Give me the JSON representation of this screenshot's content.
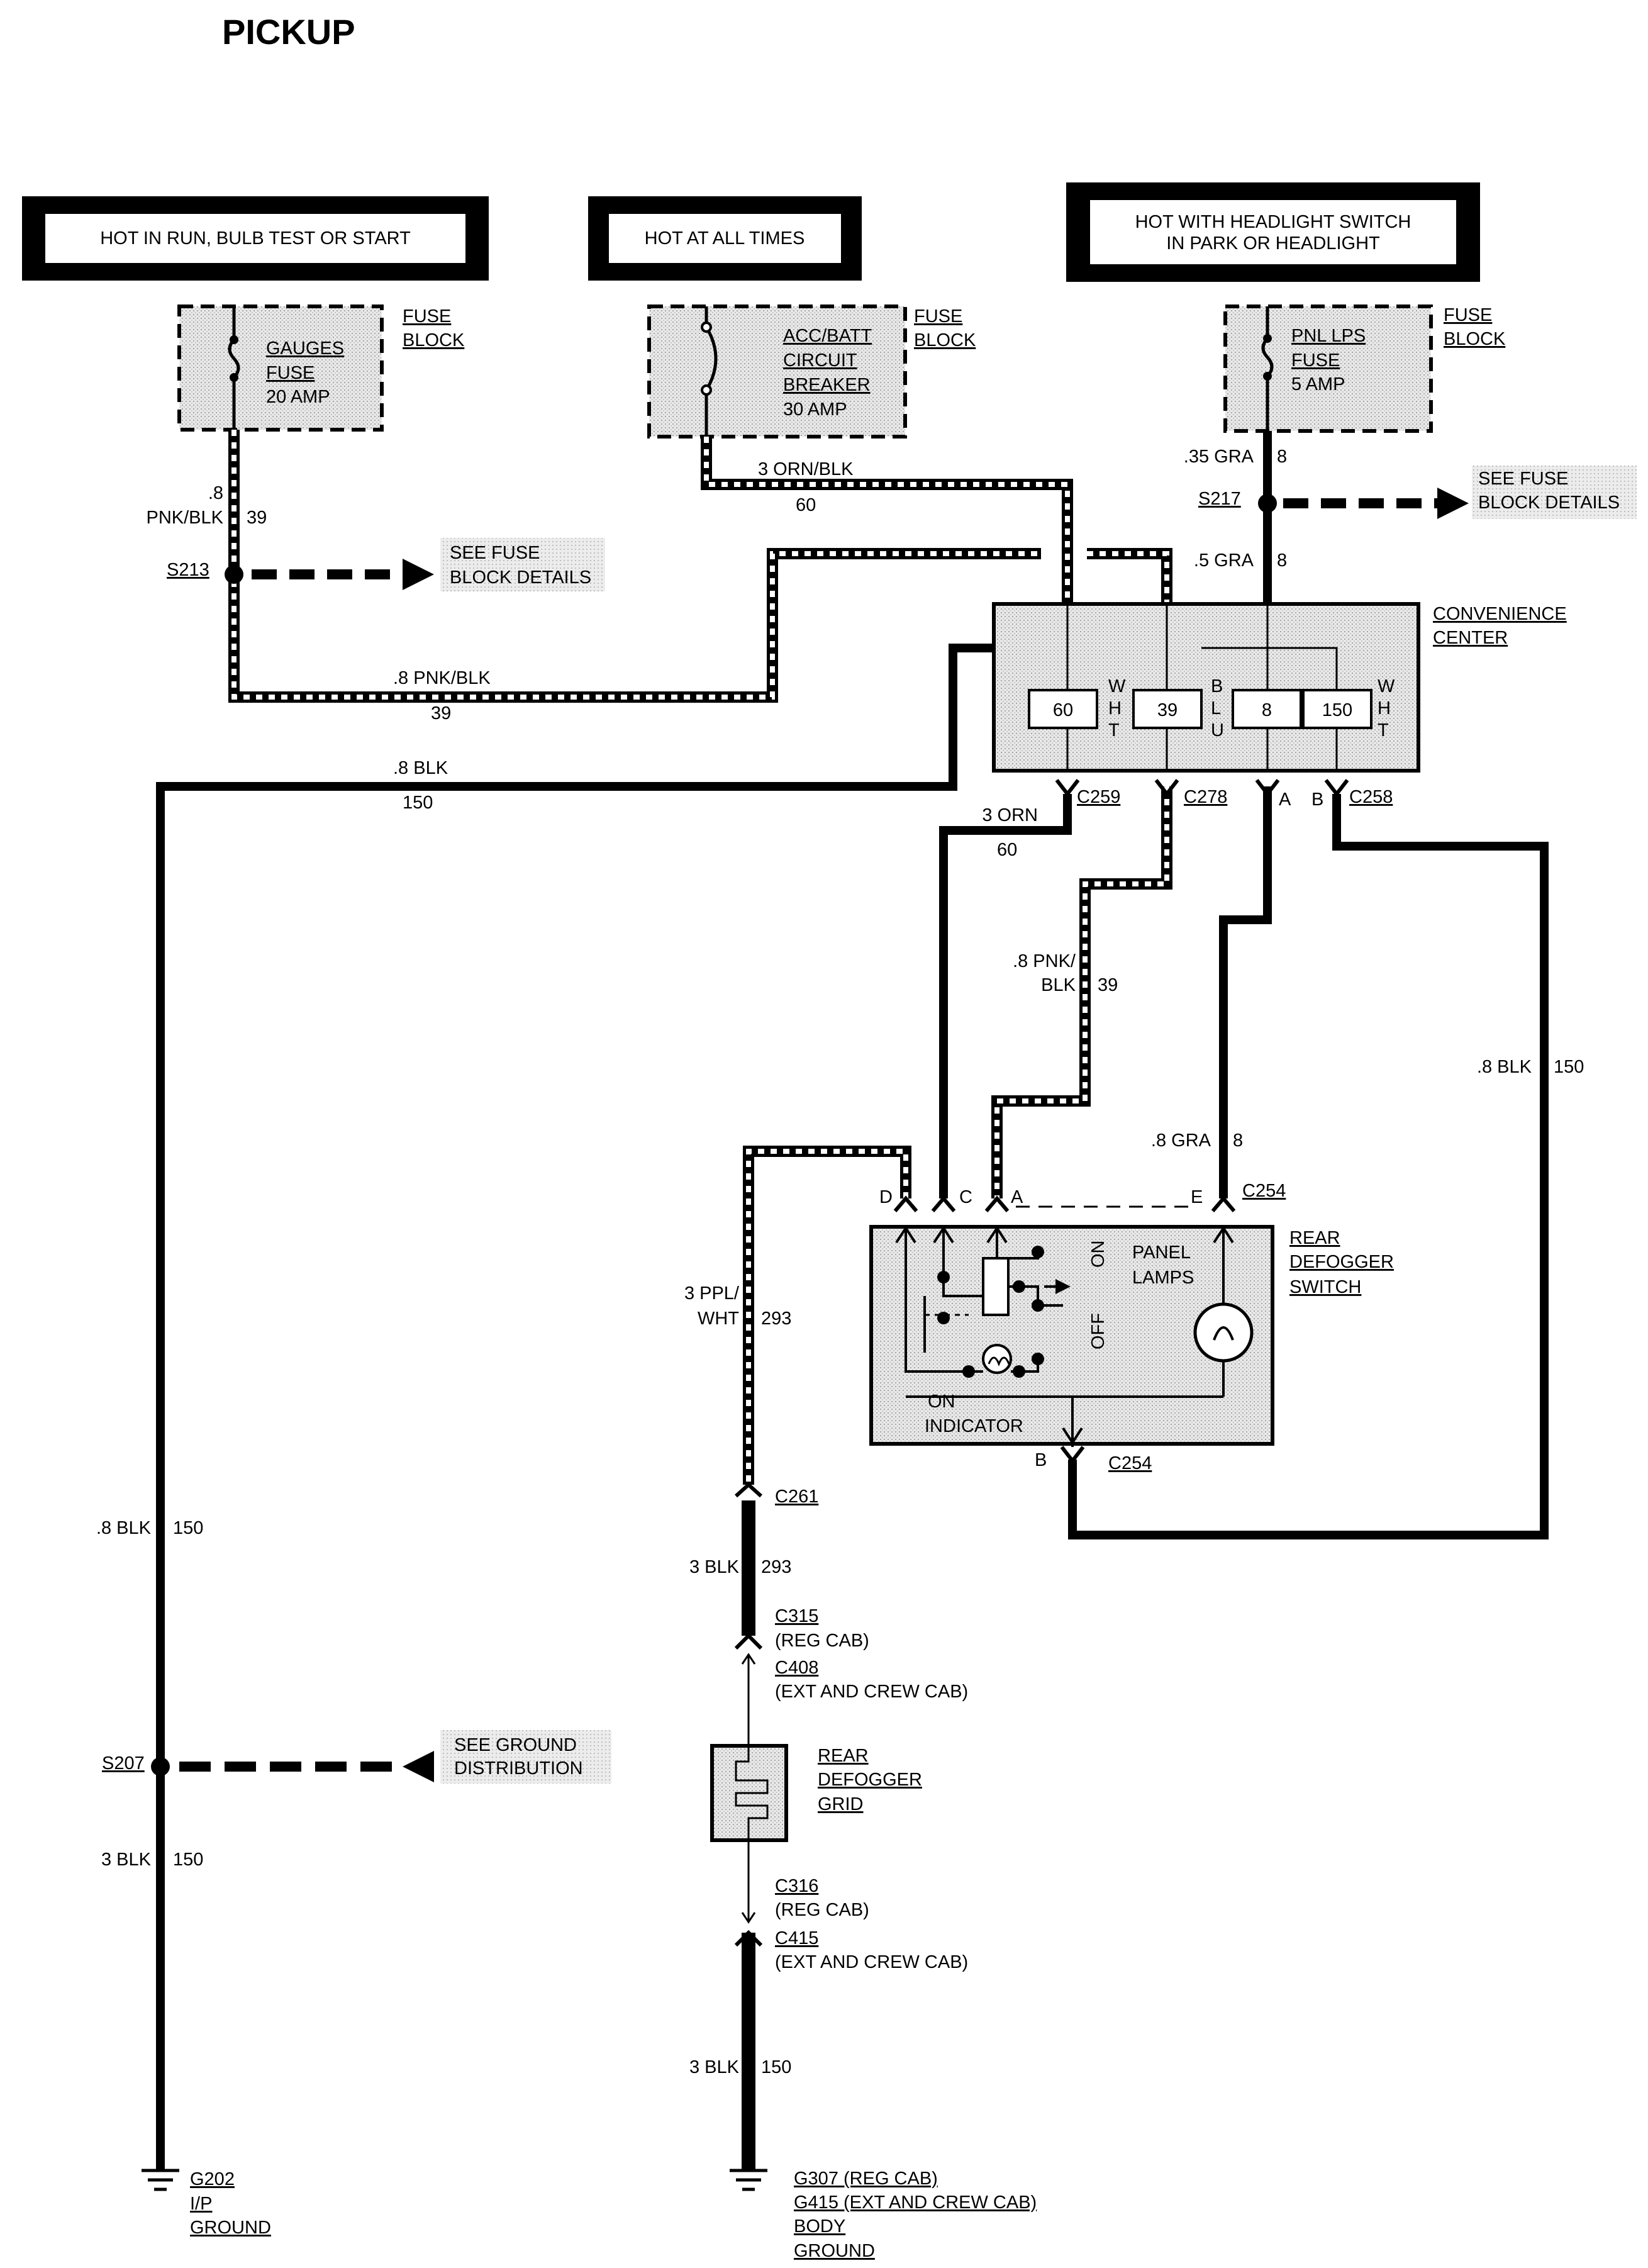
{
  "title": "PICKUP",
  "power_sources": {
    "run": "HOT IN RUN, BULB TEST OR START",
    "all_times": "HOT AT ALL TIMES",
    "headlight_1": "HOT WITH HEADLIGHT SWITCH",
    "headlight_2": "IN PARK OR HEADLIGHT"
  },
  "fuse_block_label_1": "FUSE",
  "fuse_block_label_2": "BLOCK",
  "gauges_fuse": {
    "l1": "GAUGES",
    "l2": "FUSE",
    "l3": "20 AMP"
  },
  "breaker": {
    "l1": "ACC/BATT",
    "l2": "CIRCUIT",
    "l3": "BREAKER",
    "l4": "30 AMP"
  },
  "pnl_fuse": {
    "l1": "PNL LPS",
    "l2": "FUSE",
    "l3": "5 AMP"
  },
  "wires": {
    "w39_top_gauge": ".8",
    "w39_top_color": "PNK/BLK",
    "w39_num": "39",
    "w60_label": "3 ORN/BLK",
    "w60_num": "60",
    "w8_top": ".35 GRA",
    "w8_num": "8",
    "w8_mid": ".5 GRA",
    "w39_horiz": ".8 PNK/BLK",
    "w150_top": ".8 BLK",
    "w150_num": "150",
    "w60_orn": "3 ORN",
    "w39_mid_1": ".8 PNK/",
    "w39_mid_2": "BLK",
    "w150_right": ".8 BLK",
    "w8_gra": ".8 GRA",
    "w293_1": "3 PPL/",
    "w293_2": "WHT",
    "w293_num": "293",
    "w293_blk": "3 BLK",
    "w150_left": ".8 BLK",
    "w150_left_lower": "3 BLK",
    "w150_grid": "3 BLK"
  },
  "splices": {
    "s213": "S213",
    "s217": "S217",
    "s207": "S207",
    "see_fuse_1": "SEE FUSE",
    "see_fuse_2": "BLOCK DETAILS",
    "see_ground_1": "SEE GROUND",
    "see_ground_2": "DISTRIBUTION"
  },
  "convenience_center": {
    "label_1": "CONVENIENCE",
    "label_2": "CENTER",
    "cells": [
      "60",
      "39",
      "8",
      "150"
    ],
    "wht": [
      "W",
      "H",
      "T"
    ],
    "blu": [
      "B",
      "L",
      "U"
    ]
  },
  "connectors": {
    "c259": "C259",
    "c278": "C278",
    "c258": "C258",
    "c254": "C254",
    "c261": "C261",
    "c315": "C315",
    "reg_cab": "(REG CAB)",
    "c408": "C408",
    "ext_crew": "(EXT AND CREW CAB)",
    "c316": "C316",
    "c415": "C415",
    "pin_a": "A",
    "pin_b": "B",
    "pin_c": "C",
    "pin_d": "D",
    "pin_e": "E"
  },
  "switch": {
    "label_1": "REAR",
    "label_2": "DEFOGGER",
    "label_3": "SWITCH",
    "on": "ON",
    "off": "OFF",
    "panel_1": "PANEL",
    "panel_2": "LAMPS",
    "ind_1": "ON",
    "ind_2": "INDICATOR"
  },
  "grid": {
    "l1": "REAR",
    "l2": "DEFOGGER",
    "l3": "GRID"
  },
  "grounds": {
    "g202": "G202",
    "ip": "I/P",
    "ground": "GROUND",
    "g307": "G307 (REG CAB)",
    "g415": "G415 (EXT AND CREW CAB)",
    "body": "BODY",
    "ground2": "GROUND"
  }
}
